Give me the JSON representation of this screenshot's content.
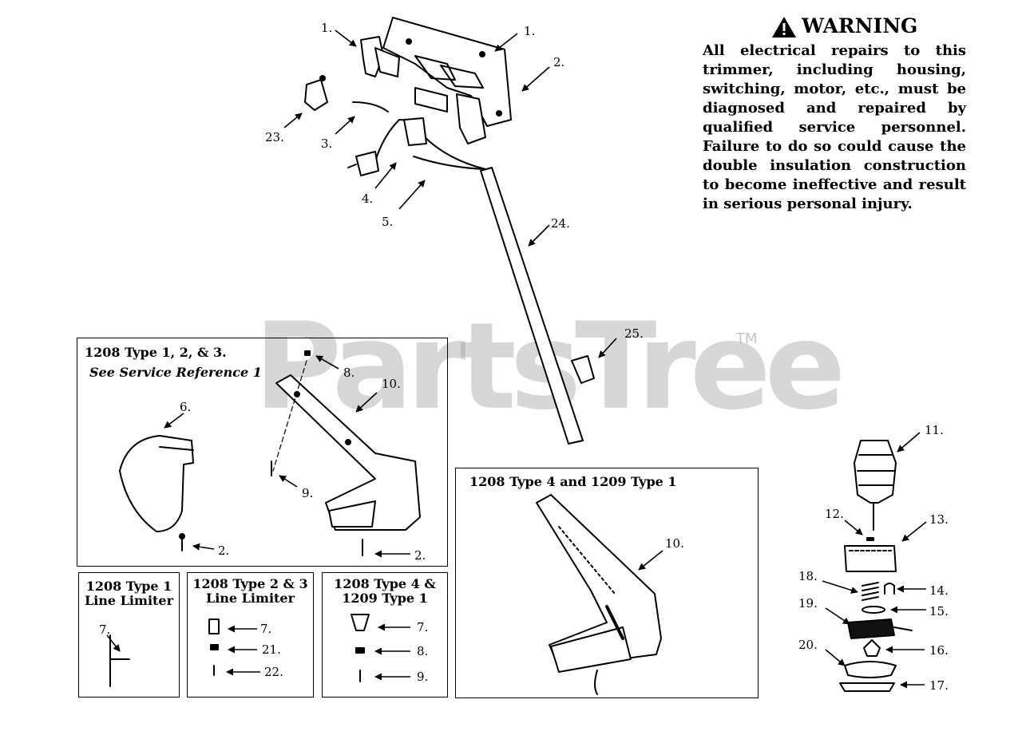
{
  "watermark": {
    "text": "PartsTree",
    "tm": "TM"
  },
  "warning": {
    "title": "WARNING",
    "text": "All electrical repairs to this trimmer, including housing, switching, motor, etc., must be diagnosed and repaired by qualified service personnel. Failure to do so could cause the double insulation construction to become ineffective and result in serious personal injury."
  },
  "main_labels": {
    "l1a": "1.",
    "l1b": "1.",
    "l2": "2.",
    "l3": "3.",
    "l4": "4.",
    "l5": "5.",
    "l23": "23.",
    "l24": "24.",
    "l25": "25.",
    "l11": "11.",
    "l12": "12.",
    "l13": "13.",
    "l14": "14.",
    "l15": "15.",
    "l16": "16.",
    "l17": "17.",
    "l18": "18.",
    "l19": "19.",
    "l20": "20."
  },
  "box_type123": {
    "title": "1208 Type 1, 2, & 3.",
    "subtitle": "See Service Reference 1",
    "labels": {
      "l6": "6.",
      "l8": "8.",
      "l10": "10.",
      "l9": "9.",
      "l2a": "2.",
      "l2b": "2."
    }
  },
  "box_type4": {
    "title": "1208 Type 4 and 1209 Type 1",
    "labels": {
      "l10": "10."
    }
  },
  "box_limiter1": {
    "title_line1": "1208 Type 1",
    "title_line2": "Line Limiter",
    "labels": {
      "l7": "7."
    }
  },
  "box_limiter23": {
    "title_line1": "1208 Type 2 & 3",
    "title_line2": "Line Limiter",
    "labels": {
      "l7": "7.",
      "l21": "21.",
      "l22": "22."
    }
  },
  "box_type4b": {
    "title_line1": "1208 Type 4 &",
    "title_line2": "1209 Type 1",
    "labels": {
      "l7": "7.",
      "l8": "8.",
      "l9": "9."
    }
  }
}
